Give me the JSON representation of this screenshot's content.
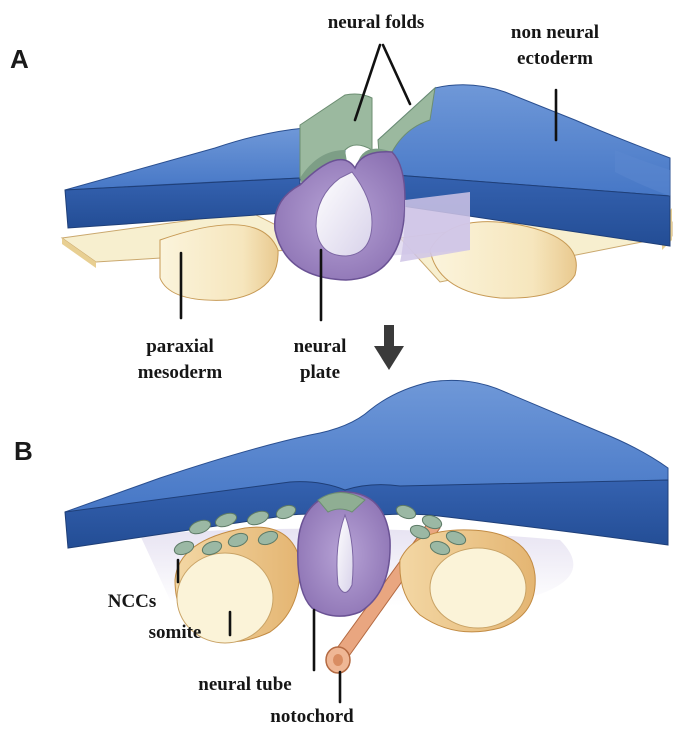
{
  "panels": {
    "a": {
      "letter": "A",
      "labels": {
        "neural_folds": "neural folds",
        "non_neural_line1": "non neural",
        "non_neural_line2": "ectoderm",
        "paraxial_line1": "paraxial",
        "paraxial_line2": "mesoderm",
        "neural_plate_line1": "neural",
        "neural_plate_line2": "plate"
      }
    },
    "b": {
      "letter": "B",
      "labels": {
        "nccs": "NCCs",
        "somite": "somite",
        "neural_tube": "neural tube",
        "notochord": "notochord"
      }
    }
  },
  "colors": {
    "ectoderm_top": "#4f7fcc",
    "ectoderm_side": "#2e5aa8",
    "neural_fold_green": "#8fae93",
    "neural_plate_purple": "#9a82be",
    "mesoderm": "#f6ecc8",
    "ncc_green": "#9bb8a4",
    "notochord": "#e8a27e"
  }
}
